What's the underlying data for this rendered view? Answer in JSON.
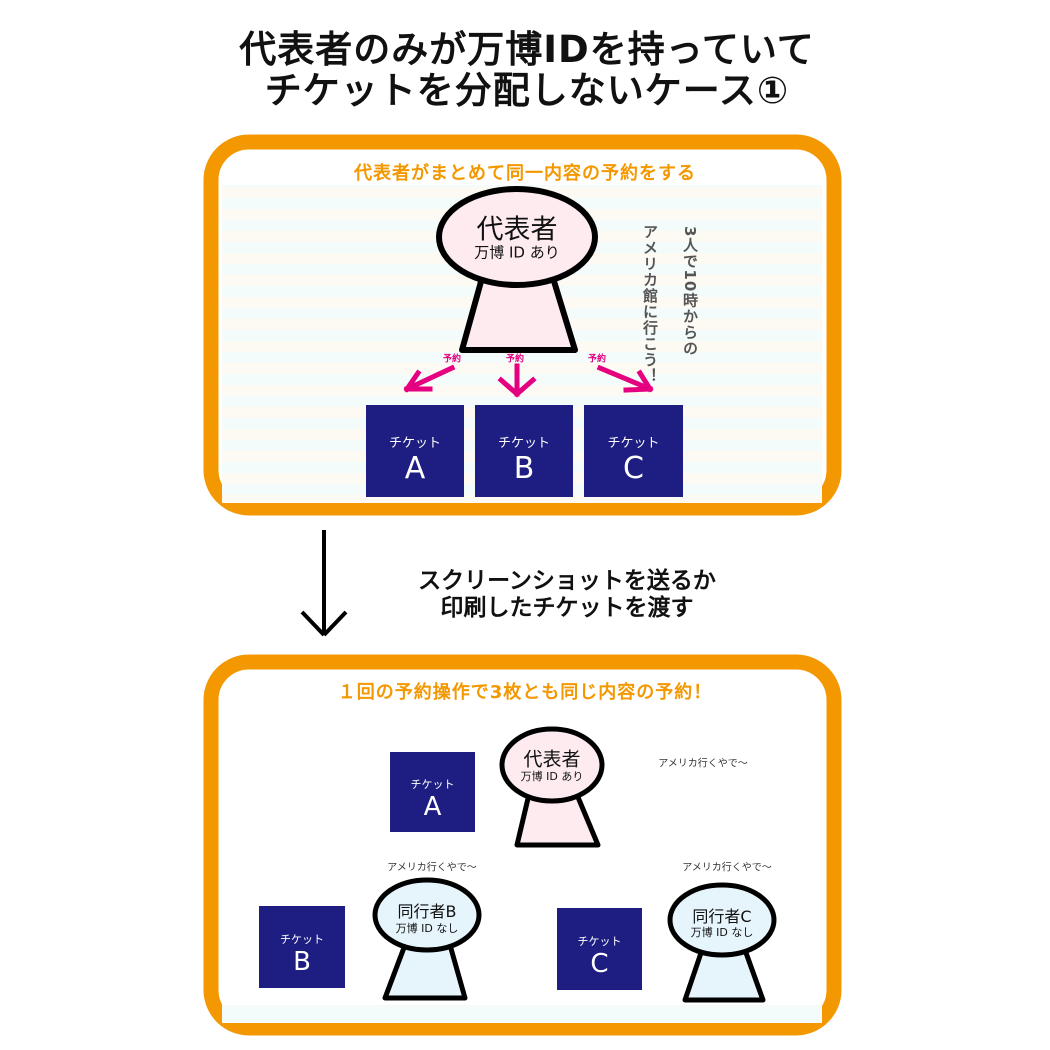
{
  "title": {
    "line1": "代表者のみが万博IDを持っていて",
    "line2": "チケットを分配しないケース①"
  },
  "top_panel": {
    "heading": "代表者がまとめて同一内容の予約をする",
    "representative": {
      "name": "代表者",
      "sub": "万博 ID あり"
    },
    "speech_col1": "3人で10時からの",
    "speech_col2": "アメリカ館に行こう！",
    "arrow_labels": [
      "予約",
      "予約",
      "予約"
    ],
    "tickets": [
      {
        "label": "チケット",
        "letter": "A"
      },
      {
        "label": "チケット",
        "letter": "B"
      },
      {
        "label": "チケット",
        "letter": "C"
      }
    ]
  },
  "transition": {
    "line1": "スクリーンショットを送るか",
    "line2": "印刷したチケットを渡す"
  },
  "bottom_panel": {
    "heading": "１回の予約操作で3枚とも同じ内容の予約！",
    "representative": {
      "name": "代表者",
      "sub": "万博 ID あり",
      "speech": "アメリカ行くやで〜",
      "ticket": {
        "label": "チケット",
        "letter": "A"
      }
    },
    "companion_b": {
      "name": "同行者B",
      "sub": "万博 ID なし",
      "speech": "アメリカ行くやで〜",
      "ticket": {
        "label": "チケット",
        "letter": "B"
      }
    },
    "companion_c": {
      "name": "同行者C",
      "sub": "万博 ID なし",
      "speech": "アメリカ行くやで〜",
      "ticket": {
        "label": "チケット",
        "letter": "C"
      }
    }
  },
  "colors": {
    "orange": "#f39800",
    "navy": "#1e1e82",
    "pink": "#e4007f",
    "rep_fill": "#fdebf0",
    "companion_fill": "#e6f4fb"
  }
}
